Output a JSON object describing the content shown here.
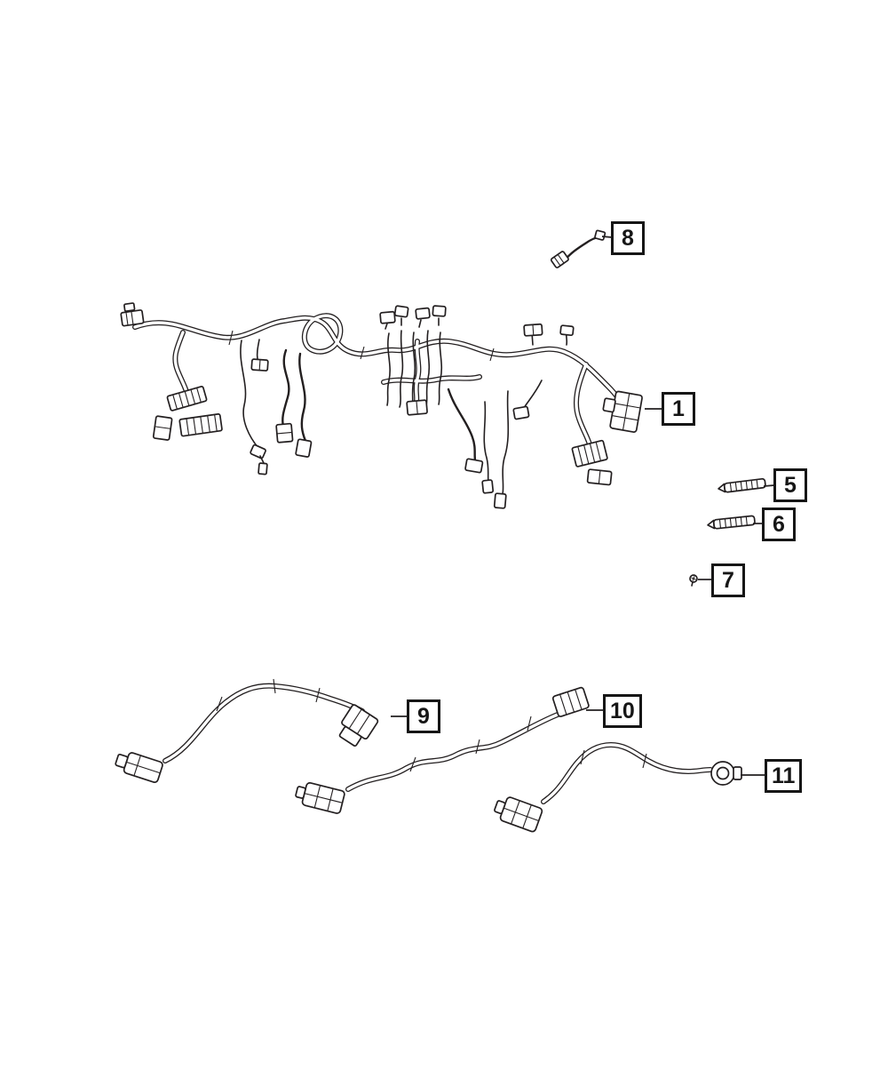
{
  "ink_color": "#231f20",
  "background_color": "#ffffff",
  "callouts": {
    "item1": {
      "label": "1"
    },
    "item5": {
      "label": "5"
    },
    "item6": {
      "label": "6"
    },
    "item7": {
      "label": "7"
    },
    "item8": {
      "label": "8"
    },
    "item9": {
      "label": "9"
    },
    "item10": {
      "label": "10"
    },
    "item11": {
      "label": "11"
    }
  }
}
